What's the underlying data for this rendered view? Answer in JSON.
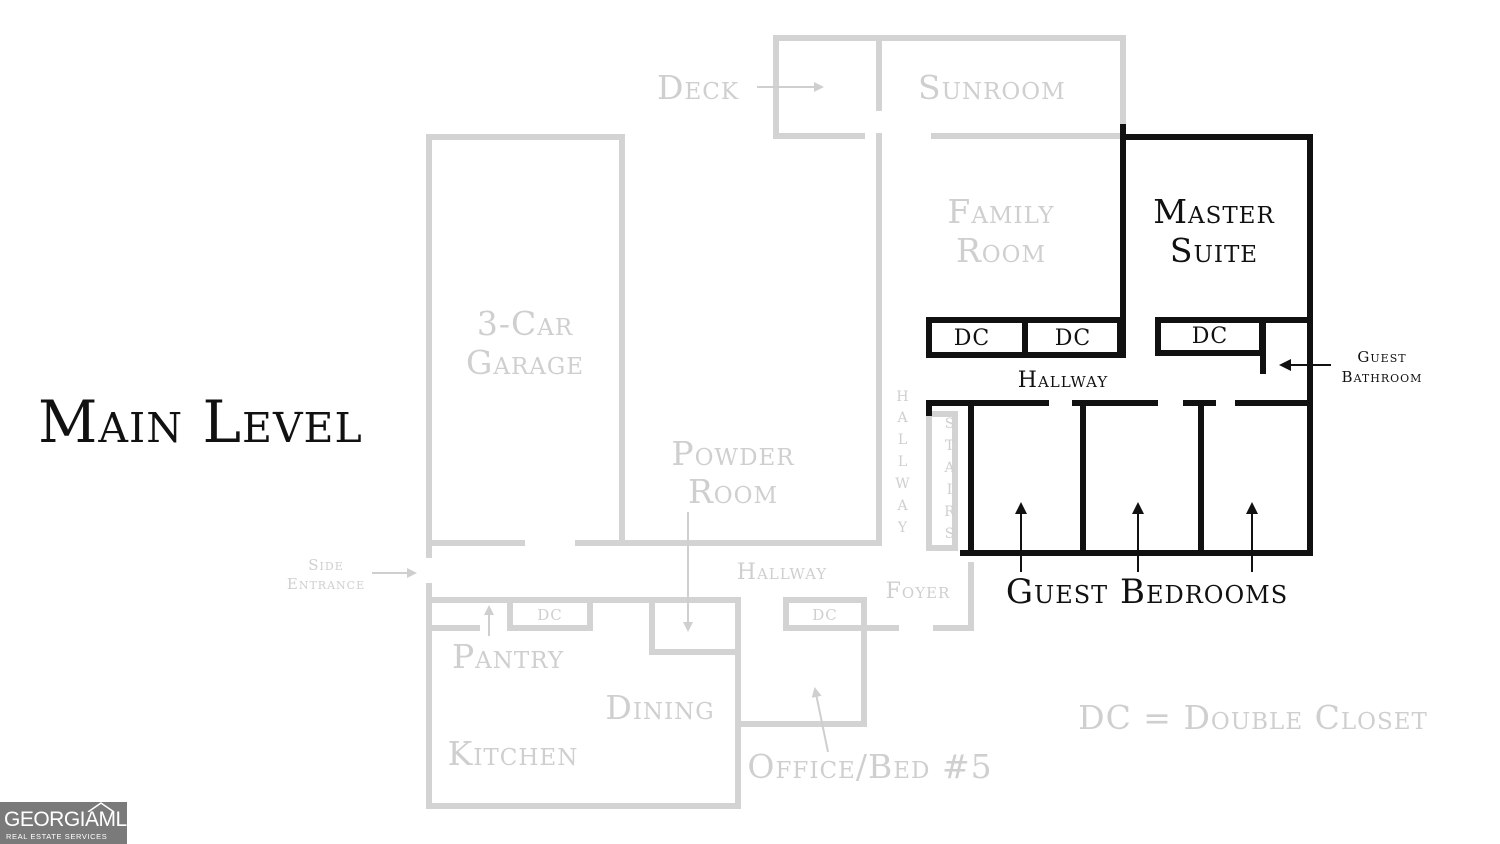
{
  "title": "Main Level",
  "legend": "DC = Double Closet",
  "rooms": {
    "deck": "Deck",
    "sunroom": "Sunroom",
    "family_room": [
      "Family",
      "Room"
    ],
    "master_suite": [
      "Master",
      "Suite"
    ],
    "garage": [
      "3-Car",
      "Garage"
    ],
    "powder_room": [
      "Powder",
      "Room"
    ],
    "hallway_upper": "Hallway",
    "hallway_vertical": [
      "H",
      "A",
      "L",
      "L",
      "W",
      "A",
      "Y"
    ],
    "stairs": [
      "S",
      "T",
      "A",
      "I",
      "R",
      "S"
    ],
    "guest_bathroom": [
      "Guest",
      "Bathroom"
    ],
    "guest_bedrooms": "Guest Bedrooms",
    "side_entrance": [
      "Side",
      "Entrance"
    ],
    "hallway_lower": "Hallway",
    "foyer": "Foyer",
    "pantry": "Pantry",
    "dining": "Dining",
    "kitchen": "Kitchen",
    "office": "Office/Bed #5"
  },
  "closet_label": "DC",
  "logo": {
    "text": "GEORGIAMLS",
    "subtext": "REAL ESTATE SERVICES"
  },
  "colors": {
    "highlight": "#111111",
    "faded": "#cfcfcf",
    "logo_bg": "#7a7a7a"
  }
}
